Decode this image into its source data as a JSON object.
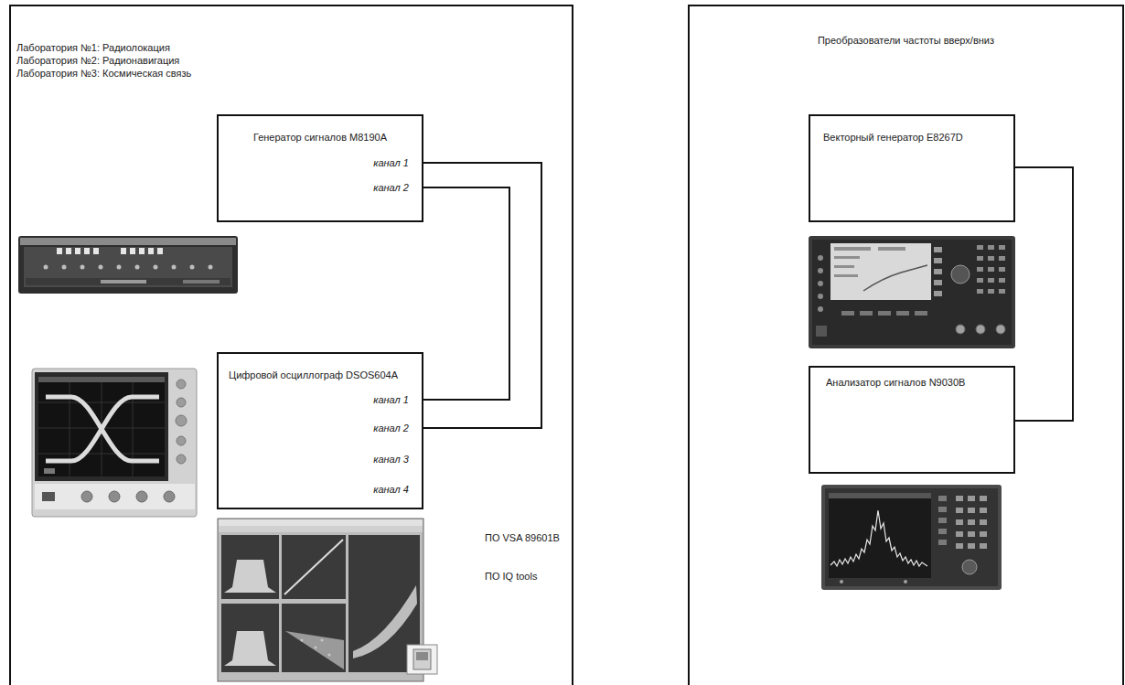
{
  "diagram": {
    "nodes": [
      {
        "text": [
          "Лаборатория №1: Радиолокация",
          "Лаборатория №2: Радионавигация",
          "Лаборатория №3: Космическая связь"
        ]
      },
      {
        "text": [
          "Генератор сигналов M8190A",
          "канал 1",
          "канал 2"
        ],
        "in": 0
      },
      {
        "text": [
          "Цифровой осциллограф DSOS604A",
          "канал 1",
          "канал 2",
          "канал 3",
          "канал 4"
        ],
        "in": 0
      },
      {
        "text": [
          "Преобразователи частоты вверх/вниз"
        ]
      },
      {
        "text": [
          "Векторный генератор E8267D"
        ],
        "in": 3
      },
      {
        "text": [
          "Анализатор сигналов N9030B"
        ],
        "in": 3
      }
    ],
    "edges": [
      {
        "from": 1,
        "to": 2,
        "arrow": "none"
      },
      {
        "from": 1,
        "to": 2,
        "arrow": "none"
      },
      {
        "from": 4,
        "to": 5,
        "arrow": "none"
      }
    ],
    "labels": [
      "ПО VSA 89601B",
      "ПО IQ tools"
    ]
  }
}
